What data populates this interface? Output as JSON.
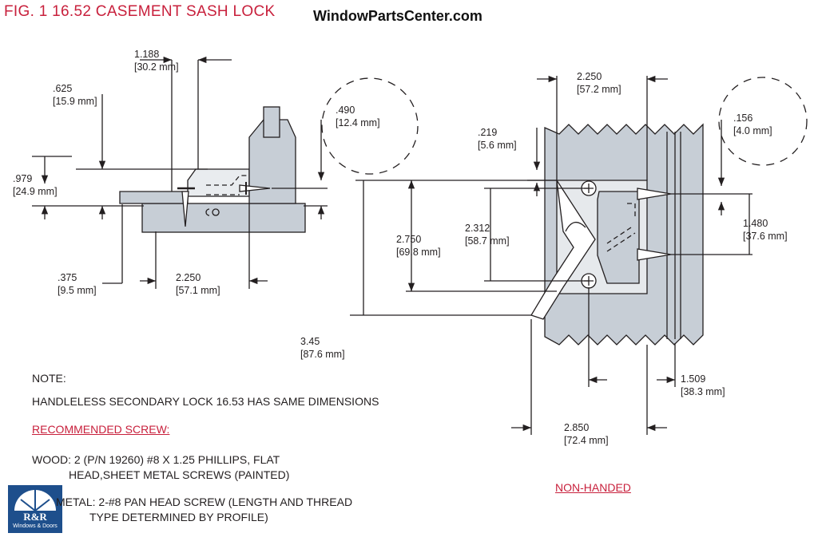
{
  "header": {
    "figure_title": "FIG. 1  16.52 CASEMENT SASH LOCK",
    "site": "WindowParts​Center.com"
  },
  "dimensions_left": {
    "d1188": [
      "1.188",
      "[30.2 mm]"
    ],
    "d625": [
      ".625",
      "[15.9 mm]"
    ],
    "d979": [
      ".979",
      "[24.9 mm]"
    ],
    "d375": [
      ".375",
      "[9.5 mm]"
    ],
    "d2250": [
      "2.250",
      "[57.1 mm]"
    ],
    "d490": [
      ".490",
      "[12.4 mm]"
    ]
  },
  "dimensions_right": {
    "d2250": [
      "2.250",
      "[57.2 mm]"
    ],
    "d219": [
      ".219",
      "[5.6 mm]"
    ],
    "d156": [
      ".156",
      "[4.0 mm]"
    ],
    "d2750": [
      "2.750",
      "[69.8 mm]"
    ],
    "d2312": [
      "2.312",
      "[58.7 mm]"
    ],
    "d1480": [
      "1.480",
      "[37.6 mm]"
    ],
    "d345": [
      "3.45",
      "[87.6 mm]"
    ],
    "d1509": [
      "1.509",
      "[38.3 mm]"
    ],
    "d2850": [
      "2.850",
      "[72.4 mm]"
    ]
  },
  "notes": {
    "note_label": "NOTE:",
    "handleless": "HANDLELESS SECONDARY LOCK 16.53 HAS SAME DIMENSIONS",
    "recommended": "RECOMMENDED SCREW:",
    "wood_1": "WOOD: 2 (P/N 19260) #8 X 1.25 PHILLIPS, FLAT",
    "wood_2": "HEAD,SHEET METAL SCREWS (PAINTED)",
    "metal_1": "METAL: 2-#8 PAN HEAD SCREW (LENGTH AND THREAD",
    "metal_2": "TYPE DETERMINED BY PROFILE)",
    "non_handed": "NON-HANDED"
  },
  "logo": {
    "text": "R&R",
    "sub": "Windows & Doors",
    "color": "#1e4f8c"
  },
  "colors": {
    "accent": "#c8203c",
    "part_fill": "#c7ced6",
    "line": "#231f20"
  }
}
